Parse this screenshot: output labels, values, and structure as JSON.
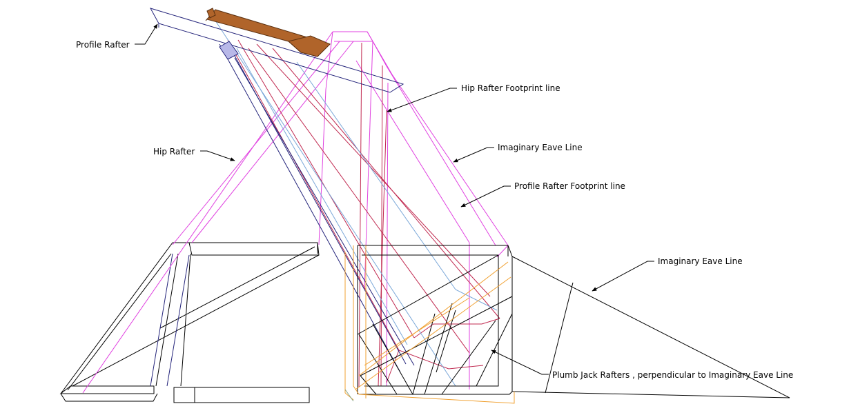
{
  "labels": {
    "profile_rafter": "Profile Rafter",
    "hip_rafter": "Hip Rafter",
    "hip_rafter_footprint": "Hip Rafter Footprint line",
    "imaginary_eave_upper": "Imaginary Eave Line",
    "profile_rafter_footprint": "Profile Rafter Footprint line",
    "imaginary_eave_lower": "Imaginary Eave Line",
    "plumb_jack_rafters": "Plumb Jack Rafters , perpendicular to Imaginary Eave Line"
  },
  "colors": {
    "outline": "#000000",
    "magenta": "#e040e0",
    "crimson": "#c0284f",
    "navy": "#23237a",
    "light_blue": "#7aa7d8",
    "orange": "#f0a030",
    "wood": "#b0642a",
    "wood_dark": "#5a3010",
    "bracket_fill": "#b8b8e8"
  }
}
